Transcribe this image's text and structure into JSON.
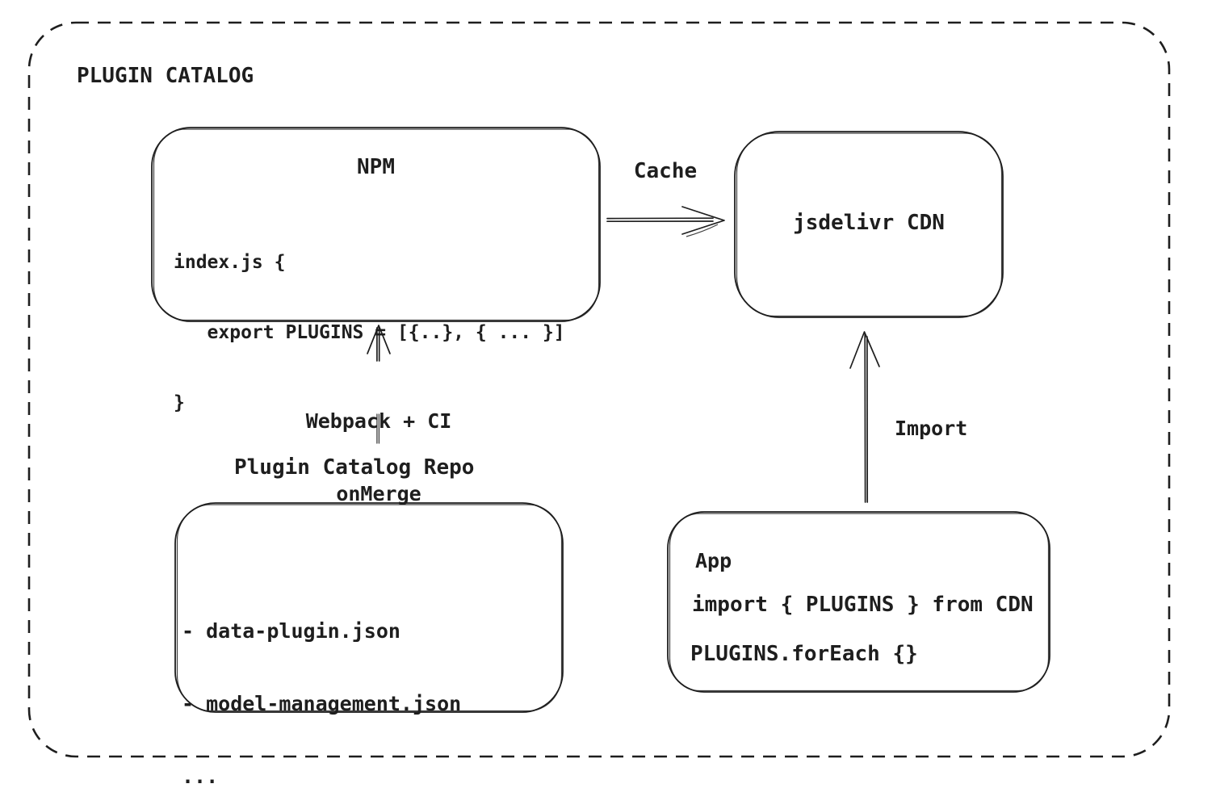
{
  "colors": {
    "background": "#ffffff",
    "stroke": "#1e1e1e"
  },
  "title": "PLUGIN CATALOG",
  "npm": {
    "title": "NPM",
    "code_lines": [
      "index.js {",
      "   export PLUGINS = [{..}, { ... }]",
      "}"
    ]
  },
  "cdn": {
    "label": "jsdelivr CDN"
  },
  "repo": {
    "label": "Plugin Catalog Repo",
    "file_lines": [
      "- data-plugin.json",
      "- model-management.json",
      "..."
    ]
  },
  "app": {
    "title": "App",
    "code_lines": [
      "import { PLUGINS } from CDN",
      "PLUGINS.forEach {}"
    ]
  },
  "arrows": {
    "cache_label": "Cache",
    "build_label_line1": "Webpack + CI",
    "build_label_line2": "onMerge",
    "import_label": "Import"
  }
}
